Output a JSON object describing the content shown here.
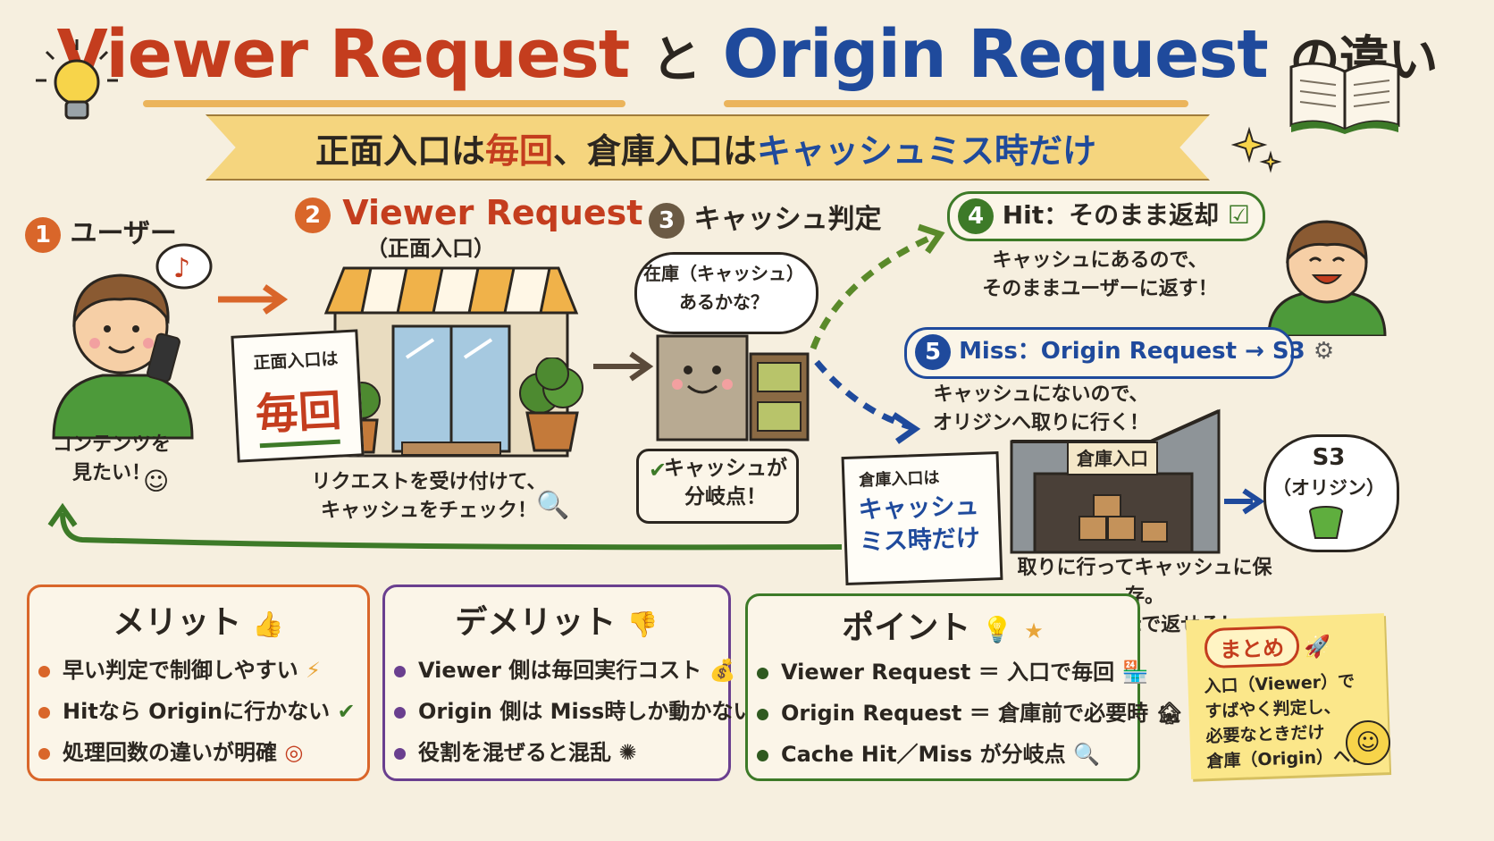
{
  "title": {
    "part1": "Viewer Request",
    "join": "と",
    "part2": "Origin Request",
    "tail": "の違い"
  },
  "subtitle": {
    "a": "正面入口は",
    "b": "毎回",
    "c": "、倉庫入口は",
    "d": "キャッシュミス時だけ"
  },
  "steps": {
    "s1": {
      "num": "1",
      "label": "ユーザー",
      "note": "コンテンツを\n見たい！"
    },
    "s2": {
      "num": "2",
      "label": "Viewer Request",
      "sub": "（正面入口）",
      "sign_small": "正面入口は",
      "sign_big": "毎回",
      "note": "リクエストを受け付けて、\nキャッシュをチェック！"
    },
    "s3": {
      "num": "3",
      "label": "キャッシュ判定",
      "bubble": "在庫（キャッシュ）\nあるかな？",
      "note": "キャッシュが\n分岐点！"
    },
    "s4": {
      "num": "4",
      "label": "Hit：そのまま返却",
      "note": "キャッシュにあるので、\nそのままユーザーに返す！"
    },
    "s5": {
      "num": "5",
      "label": "Miss：Origin Request → S3",
      "note": "キャッシュにないので、\nオリジンへ取りに行く！"
    }
  },
  "warehouse": {
    "sign": "倉庫入口",
    "card_small": "倉庫入口は",
    "card_big": "キャッシュ\nミス時だけ",
    "note": "取りに行ってキャッシュに保存。\n次回はHitで返せる！"
  },
  "s3_origin": {
    "title": "S3",
    "sub": "（オリジン）"
  },
  "merit": {
    "title": "メリット",
    "items": [
      "早い判定で制御しやすい",
      "Hitなら Originに行かない",
      "処理回数の違いが明確"
    ]
  },
  "demerit": {
    "title": "デメリット",
    "items": [
      "Viewer 側は毎回実行コスト",
      "Origin 側は Miss時しか動かない",
      "役割を混ぜると混乱"
    ]
  },
  "point": {
    "title": "ポイント",
    "items": [
      "Viewer Request ＝ 入口で毎回",
      "Origin Request ＝ 倉庫前で必要時",
      "Cache Hit／Miss が分岐点"
    ]
  },
  "summary": {
    "tag": "まとめ",
    "text": "入口（Viewer）で\nすばやく判定し、\n必要なときだけ\n倉庫（Origin）へ！"
  },
  "colors": {
    "red": "#c43d1e",
    "blue": "#1f4a9c",
    "green": "#3d7a28",
    "purple": "#6a3f8f",
    "orange": "#d9662a"
  }
}
